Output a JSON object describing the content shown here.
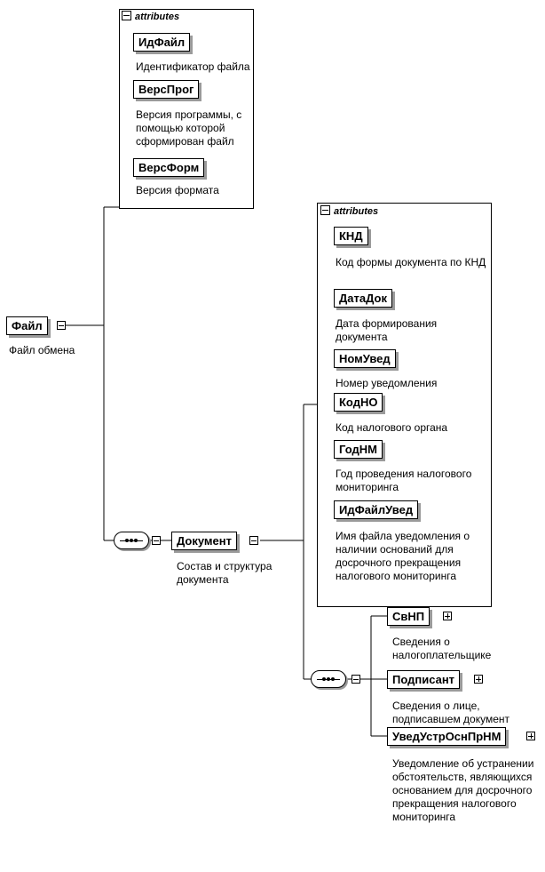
{
  "root": {
    "name": "Файл",
    "description": "Файл обмена"
  },
  "file_attributes": {
    "title": "attributes",
    "items": [
      {
        "name": "ИдФайл",
        "description": "Идентификатор файла"
      },
      {
        "name": "ВерсПрог",
        "description": "Версия программы, с помощью которой сформирован файл"
      },
      {
        "name": "ВерсФорм",
        "description": "Версия формата"
      }
    ]
  },
  "document": {
    "name": "Документ",
    "description": "Состав и структура документа"
  },
  "document_attributes": {
    "title": "attributes",
    "items": [
      {
        "name": "КНД",
        "description": "Код формы документа по КНД"
      },
      {
        "name": "ДатаДок",
        "description": "Дата формирования документа"
      },
      {
        "name": "НомУвед",
        "description": "Номер уведомления"
      },
      {
        "name": "КодНО",
        "description": "Код налогового органа"
      },
      {
        "name": "ГодНМ",
        "description": "Год проведения налогового мониторинга"
      },
      {
        "name": "ИдФайлУвед",
        "description": "Имя файла уведомления о наличии оснований для досрочного прекращения налогового мониторинга"
      }
    ]
  },
  "document_children": [
    {
      "name": "СвНП",
      "description": "Сведения о налогоплательщике"
    },
    {
      "name": "Подписант",
      "description": "Сведения о лице, подписавшем документ"
    },
    {
      "name": "УведУстрОснПрНМ",
      "description": "Уведомление об устранении обстоятельств, являющихся основанием для досрочного прекращения налогового мониторинга"
    }
  ]
}
